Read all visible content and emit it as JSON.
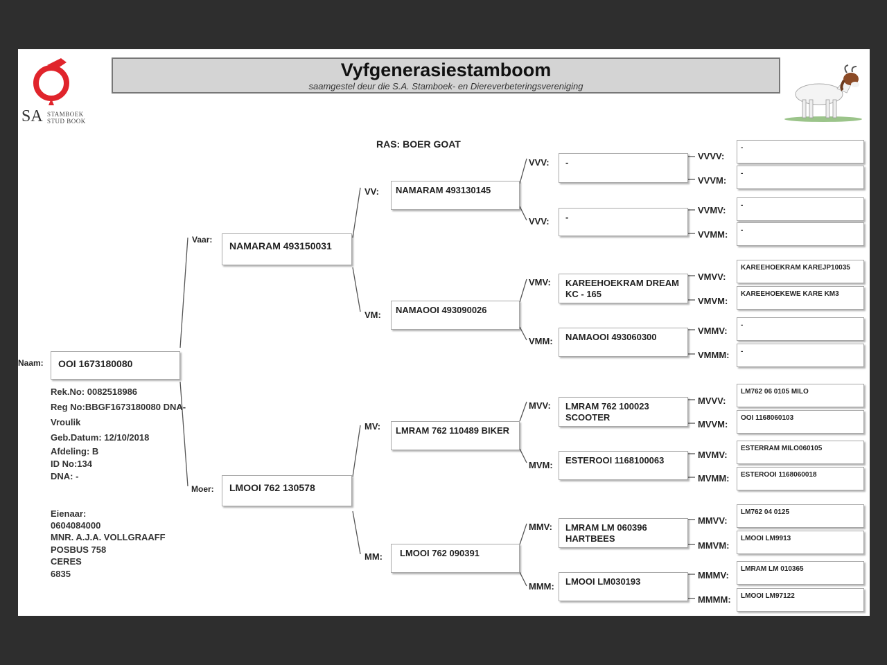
{
  "header": {
    "title": "Vyfgenerasiestamboom",
    "subtitle": "saamgestel deur die S.A. Stamboek- en Diereverbeteringsvereniging",
    "logo_mark": "SA",
    "logo_line1": "STAMBOEK",
    "logo_line2": "STUD BOOK",
    "logo_color": "#e0242b"
  },
  "breed": "RAS: BOER GOAT",
  "animal": {
    "label": "Naam:",
    "name": "OOI 1673180080",
    "rek_no": "Rek.No: 0082518986",
    "reg_no": "Reg No:BBGF1673180080 DNA-",
    "sex": "Vroulik",
    "birth_date": "Geb.Datum: 12/10/2018",
    "section": "Afdeling: B",
    "id_no": "ID No:134",
    "dna": "DNA: -"
  },
  "owner": {
    "label": "Eienaar:",
    "lines": [
      "0604084000",
      "MNR. A.J.A. VOLLGRAAFF",
      "POSBUS 758",
      "CERES",
      "6835"
    ]
  },
  "gen1": {
    "sire": {
      "label": "Vaar:",
      "name": "NAMARAM 493150031"
    },
    "dam": {
      "label": "Moer:",
      "name": "LMOOI 762 130578"
    }
  },
  "gen2": [
    {
      "label": "VV:",
      "name": "NAMARAM 493130145"
    },
    {
      "label": "VM:",
      "name": "NAMAOOI 493090026"
    },
    {
      "label": "MV:",
      "name": "LMRAM 762 110489 BIKER"
    },
    {
      "label": "MM:",
      "name": "LMOOI 762 090391"
    }
  ],
  "gen3": [
    {
      "label": "VVV:",
      "name": "-"
    },
    {
      "label": "VVV:",
      "name": "-"
    },
    {
      "label": "VMV:",
      "name": "KAREEHOEKRAM DREAM KC - 165"
    },
    {
      "label": "VMM:",
      "name": "NAMAOOI 493060300"
    },
    {
      "label": "MVV:",
      "name": "LMRAM 762 100023 SCOOTER"
    },
    {
      "label": "MVM:",
      "name": "ESTEROOI 1168100063"
    },
    {
      "label": "MMV:",
      "name": "LMRAM LM 060396 HARTBEES"
    },
    {
      "label": "MMM:",
      "name": "LMOOI LM030193"
    }
  ],
  "gen4": [
    {
      "label": "VVVV:",
      "name": "-"
    },
    {
      "label": "VVVM:",
      "name": "-"
    },
    {
      "label": "VVMV:",
      "name": "-"
    },
    {
      "label": "VVMM:",
      "name": "-"
    },
    {
      "label": "VMVV:",
      "name": "KAREEHOEKRAM KAREJP10035"
    },
    {
      "label": "VMVM:",
      "name": "KAREEHOEKEWE KARE KM3"
    },
    {
      "label": "VMMV:",
      "name": "-"
    },
    {
      "label": "VMMM:",
      "name": "-"
    },
    {
      "label": "MVVV:",
      "name": "LM762 06 0105 MILO"
    },
    {
      "label": "MVVM:",
      "name": "OOI 1168060103"
    },
    {
      "label": "MVMV:",
      "name": "ESTERRAM MILO060105"
    },
    {
      "label": "MVMM:",
      "name": "ESTEROOI 1168060018"
    },
    {
      "label": "MMVV:",
      "name": "LM762 04 0125"
    },
    {
      "label": "MMVM:",
      "name": "LMOOI LM9913"
    },
    {
      "label": "MMMV:",
      "name": "LMRAM LM 010365"
    },
    {
      "label": "MMMM:",
      "name": "LMOOI LM97122"
    }
  ]
}
